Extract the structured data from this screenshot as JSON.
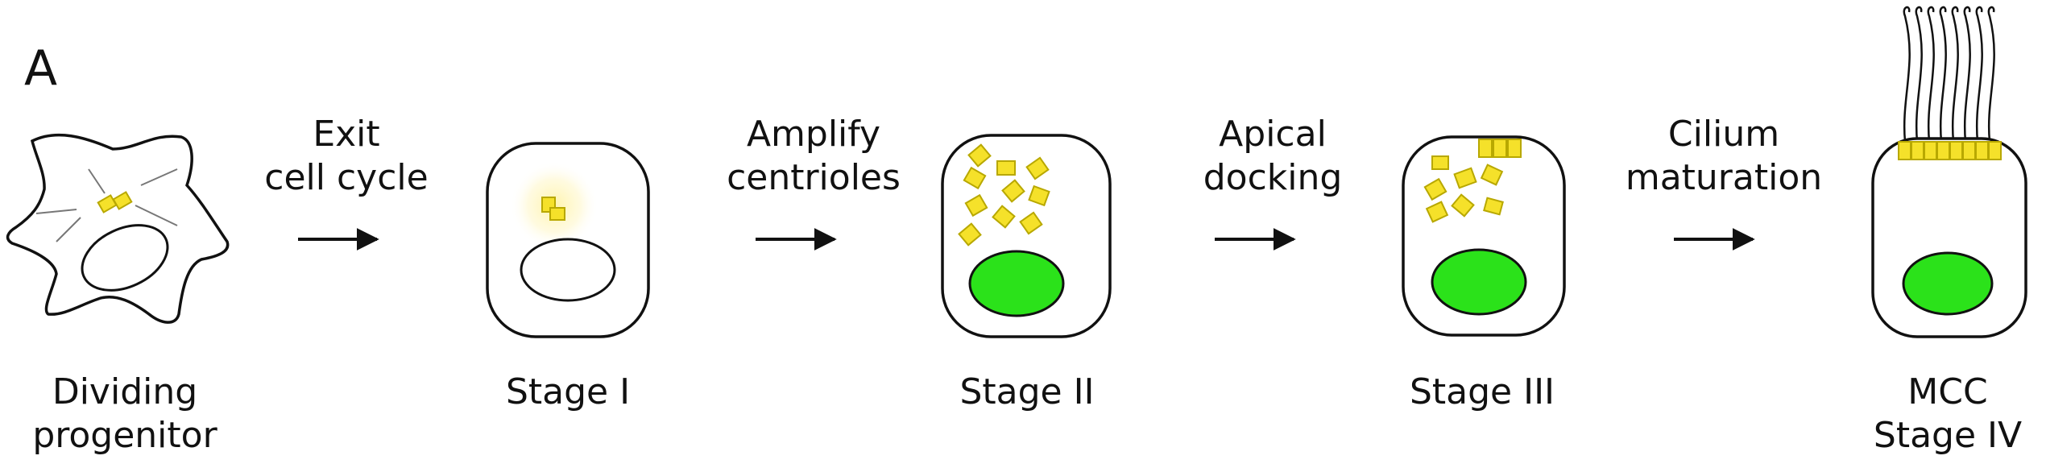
{
  "panel_label": "A",
  "steps": [
    {
      "label": "Exit cell cycle",
      "line1": "Exit",
      "line2": "cell cycle"
    },
    {
      "label": "Amplify centrioles",
      "line1": "Amplify",
      "line2": "centrioles"
    },
    {
      "label": "Apical docking",
      "line1": "Apical",
      "line2": "docking"
    },
    {
      "label": "Cilium maturation",
      "line1": "Cilium",
      "line2": "maturation"
    }
  ],
  "cells": [
    {
      "line1": "Dividing",
      "line2": "progenitor"
    },
    {
      "line1": "",
      "line2": "Stage I"
    },
    {
      "line1": "",
      "line2": "Stage II"
    },
    {
      "line1": "",
      "line2": "Stage III"
    },
    {
      "line1": "MCC",
      "line2": "Stage IV"
    }
  ],
  "colors": {
    "centriole": "#f5e12a",
    "nucleus_mature": "#2be21a",
    "outline": "#111111"
  }
}
